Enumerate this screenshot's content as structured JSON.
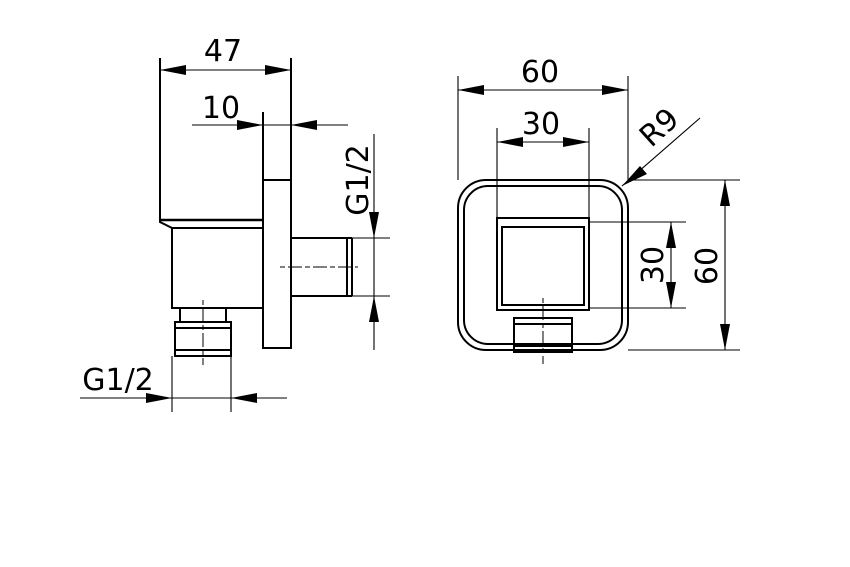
{
  "drawing": {
    "side_view": {
      "overall_depth": "47",
      "flange_thickness": "10",
      "outlet_thread": "G1/2",
      "inlet_thread": "G1/2"
    },
    "front_view": {
      "overall_width": "60",
      "inner_width": "30",
      "inner_height": "30",
      "overall_height": "60",
      "corner_radius": "R9"
    }
  }
}
